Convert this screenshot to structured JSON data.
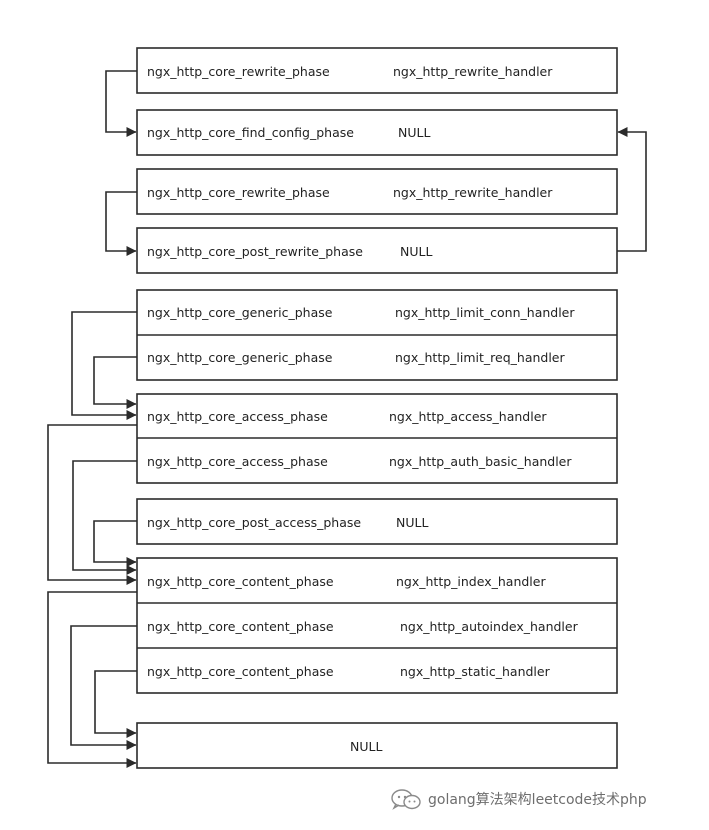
{
  "rows": [
    {
      "phase": "ngx_http_core_rewrite_phase",
      "handler": "ngx_http_rewrite_handler"
    },
    {
      "phase": "ngx_http_core_find_config_phase",
      "handler": "NULL"
    },
    {
      "phase": "ngx_http_core_rewrite_phase",
      "handler": "ngx_http_rewrite_handler"
    },
    {
      "phase": "ngx_http_core_post_rewrite_phase",
      "handler": "NULL"
    },
    {
      "phase": "ngx_http_core_generic_phase",
      "handler": "ngx_http_limit_conn_handler"
    },
    {
      "phase": "ngx_http_core_generic_phase",
      "handler": "ngx_http_limit_req_handler"
    },
    {
      "phase": "ngx_http_core_access_phase",
      "handler": "ngx_http_access_handler"
    },
    {
      "phase": "ngx_http_core_access_phase",
      "handler": "ngx_http_auth_basic_handler"
    },
    {
      "phase": "ngx_http_core_post_access_phase",
      "handler": "NULL"
    },
    {
      "phase": "ngx_http_core_content_phase",
      "handler": "ngx_http_index_handler"
    },
    {
      "phase": "ngx_http_core_content_phase",
      "handler": "ngx_http_autoindex_handler"
    },
    {
      "phase": "ngx_http_core_content_phase",
      "handler": "ngx_http_static_handler"
    }
  ],
  "end_node": {
    "label": "NULL"
  },
  "watermark": {
    "icon": "wechat-icon",
    "text": "golang算法架构leetcode技术php"
  },
  "colors": {
    "line": "#2b2b2b",
    "text": "#222222",
    "watermark": "#6e6e6e"
  }
}
